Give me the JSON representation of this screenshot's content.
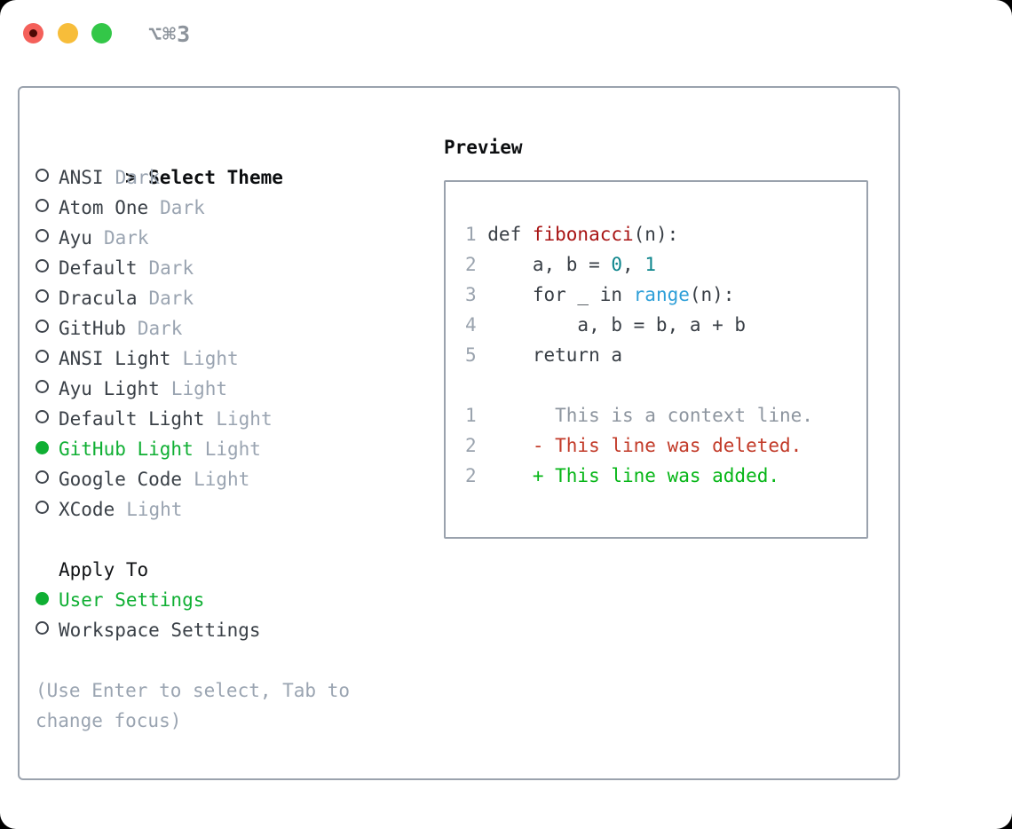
{
  "window": {
    "title": "⌥⌘3",
    "traffic_lights": [
      "close",
      "minimize",
      "zoom"
    ]
  },
  "theme_panel": {
    "header_prefix": ">",
    "header_label": "Select Theme",
    "themes": [
      {
        "name": "ANSI",
        "tag": "Dark",
        "selected": false
      },
      {
        "name": "Atom One",
        "tag": "Dark",
        "selected": false
      },
      {
        "name": "Ayu",
        "tag": "Dark",
        "selected": false
      },
      {
        "name": "Default",
        "tag": "Dark",
        "selected": false
      },
      {
        "name": "Dracula",
        "tag": "Dark",
        "selected": false
      },
      {
        "name": "GitHub",
        "tag": "Dark",
        "selected": false
      },
      {
        "name": "ANSI Light",
        "tag": "Light",
        "selected": false
      },
      {
        "name": "Ayu Light",
        "tag": "Light",
        "selected": false
      },
      {
        "name": "Default Light",
        "tag": "Light",
        "selected": false
      },
      {
        "name": "GitHub Light",
        "tag": "Light",
        "selected": true
      },
      {
        "name": "Google Code",
        "tag": "Light",
        "selected": false
      },
      {
        "name": "XCode",
        "tag": "Light",
        "selected": false
      }
    ],
    "apply_to": {
      "label": "Apply To",
      "options": [
        {
          "name": "User Settings",
          "selected": true
        },
        {
          "name": "Workspace Settings",
          "selected": false
        }
      ]
    },
    "hint": "(Use Enter to select, Tab to change focus)"
  },
  "preview": {
    "label": "Preview",
    "lines": [
      {
        "num": "1",
        "tokens": [
          {
            "t": "def ",
            "c": "fg"
          },
          {
            "t": "fibonacci",
            "c": "red"
          },
          {
            "t": "(n):",
            "c": "fg"
          }
        ]
      },
      {
        "num": "2",
        "tokens": [
          {
            "t": "    a, b = ",
            "c": "fg"
          },
          {
            "t": "0",
            "c": "teal"
          },
          {
            "t": ", ",
            "c": "fg"
          },
          {
            "t": "1",
            "c": "teal"
          }
        ]
      },
      {
        "num": "3",
        "tokens": [
          {
            "t": "    for _ in ",
            "c": "fg"
          },
          {
            "t": "range",
            "c": "blue"
          },
          {
            "t": "(n):",
            "c": "fg"
          }
        ]
      },
      {
        "num": "4",
        "tokens": [
          {
            "t": "        a, b = b, a + b",
            "c": "fg"
          }
        ]
      },
      {
        "num": "5",
        "tokens": [
          {
            "t": "    return a",
            "c": "fg"
          }
        ]
      },
      {
        "num": "",
        "tokens": []
      },
      {
        "num": "1",
        "tokens": [
          {
            "t": "      This is a context line.",
            "c": "gray"
          }
        ]
      },
      {
        "num": "2",
        "tokens": [
          {
            "t": "    - This line was deleted.",
            "c": "dred"
          }
        ]
      },
      {
        "num": "2",
        "tokens": [
          {
            "t": "    + This line was added.",
            "c": "dgreen"
          }
        ]
      }
    ]
  },
  "colors": {
    "selection_green": "#0faf33",
    "added_green": "#06b617",
    "deleted_red": "#c23a28",
    "function_red": "#a81414",
    "number_teal": "#0d858c",
    "builtin_blue": "#2e9fd8",
    "code_fg": "#383e45",
    "text_dark": "#3a4047",
    "muted_gray": "#9aa4b1",
    "context_gray": "#8d959f",
    "linenum_gray": "#9aa3ae",
    "border_gray": "#9aa2ad",
    "ring_dark": "#3f454d",
    "traffic_red": "#f4605a",
    "traffic_red_dot": "#4d0a05",
    "traffic_yellow": "#f7bd3a",
    "traffic_green": "#33c748",
    "title_gray": "#8d949c"
  }
}
